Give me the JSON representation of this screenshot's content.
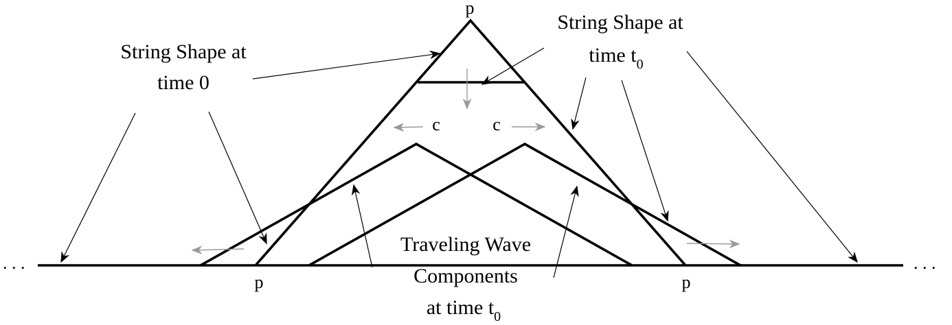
{
  "labels": {
    "string_shape_time0_line1": "String Shape at",
    "string_shape_time0_line2": "time 0",
    "string_shape_t0_line1": "String Shape at",
    "string_shape_t0_line2": "time t",
    "string_shape_t0_sub": "0",
    "traveling_line1": "Traveling Wave",
    "traveling_line2": "Components",
    "traveling_line3": "at time t",
    "traveling_sub": "0",
    "peak_p": "p",
    "left_p": "p",
    "right_p": "p",
    "left_c": "c",
    "right_c": "c",
    "left_dots": ". . .",
    "right_dots": ". . ."
  },
  "colors": {
    "line": "#000000",
    "velocity_arrow": "#9a9a9a"
  }
}
